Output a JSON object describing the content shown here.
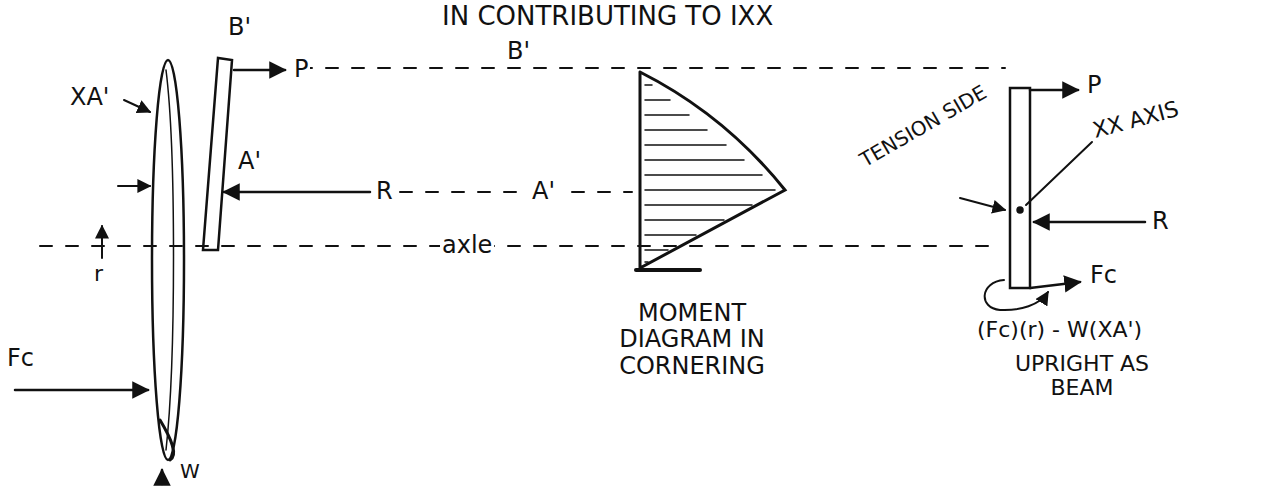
{
  "diagram": {
    "labels": [
      "IN CONTRIBUTING TO IXX",
      "B'",
      "P",
      "XA'",
      "A'",
      "R",
      "axle",
      "r",
      "Fc",
      "W",
      "B'",
      "A'",
      "MOMENT DIAGRAM IN CORNERING",
      "P",
      "XX AXIS",
      "TENSION SIDE",
      "R",
      "Fc",
      "(Fc)(r) - W(XA')",
      "UPRIGHT AS BEAM"
    ]
  }
}
